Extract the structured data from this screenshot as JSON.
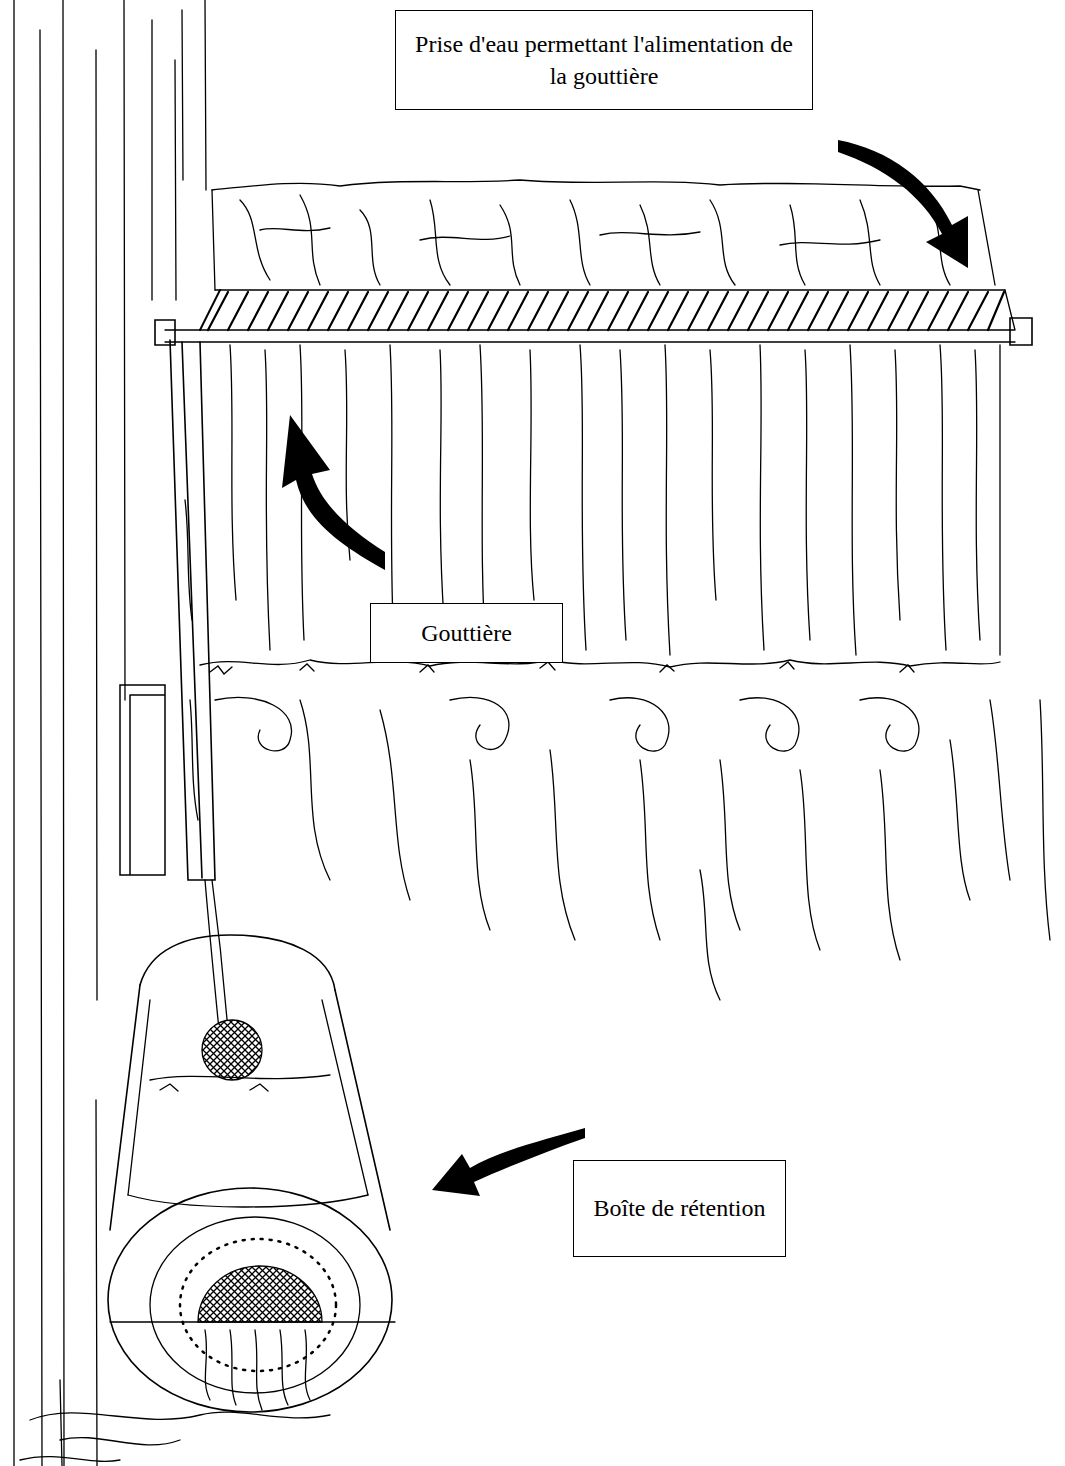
{
  "diagram": {
    "nodes": [
      {
        "text": [
          "Prise d'eau permettant l'alimentation de la gouttière"
        ]
      },
      {
        "text": [
          "Gouttière"
        ]
      },
      {
        "text": [
          "Boîte de rétention"
        ]
      }
    ]
  }
}
